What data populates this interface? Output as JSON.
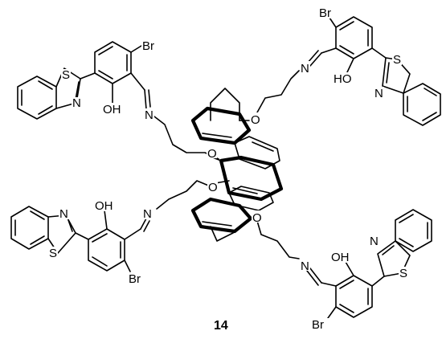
{
  "compound_number": "14",
  "labels": {
    "S": "S",
    "N": "N",
    "OH": "OH",
    "HO": "HO",
    "O": "O",
    "Br": "Br"
  }
}
